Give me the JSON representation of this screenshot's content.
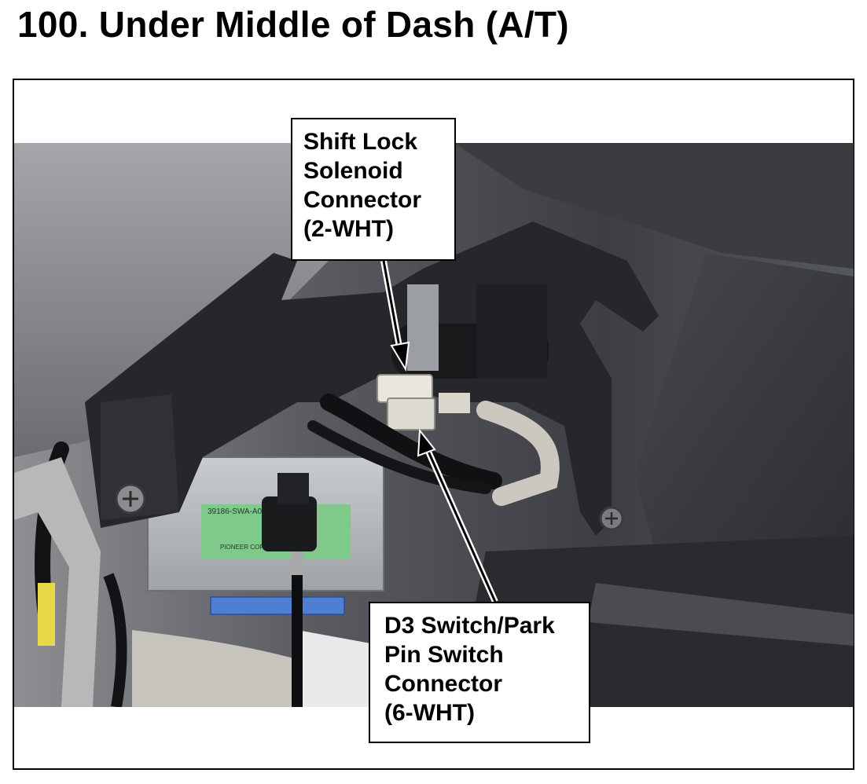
{
  "title": "100.  Under Middle of Dash (A/T)",
  "callouts": {
    "shift_lock": [
      "Shift Lock",
      "Solenoid",
      "Connector",
      "(2-WHT)"
    ],
    "d3_switch": [
      "D3 Switch/Park",
      "Pin Switch",
      "Connector",
      "(6-WHT)"
    ]
  },
  "photo_labels": {
    "ecu_part": "39186-SWA-A01",
    "ecu_maker": "PIONEER CORPORATION"
  }
}
